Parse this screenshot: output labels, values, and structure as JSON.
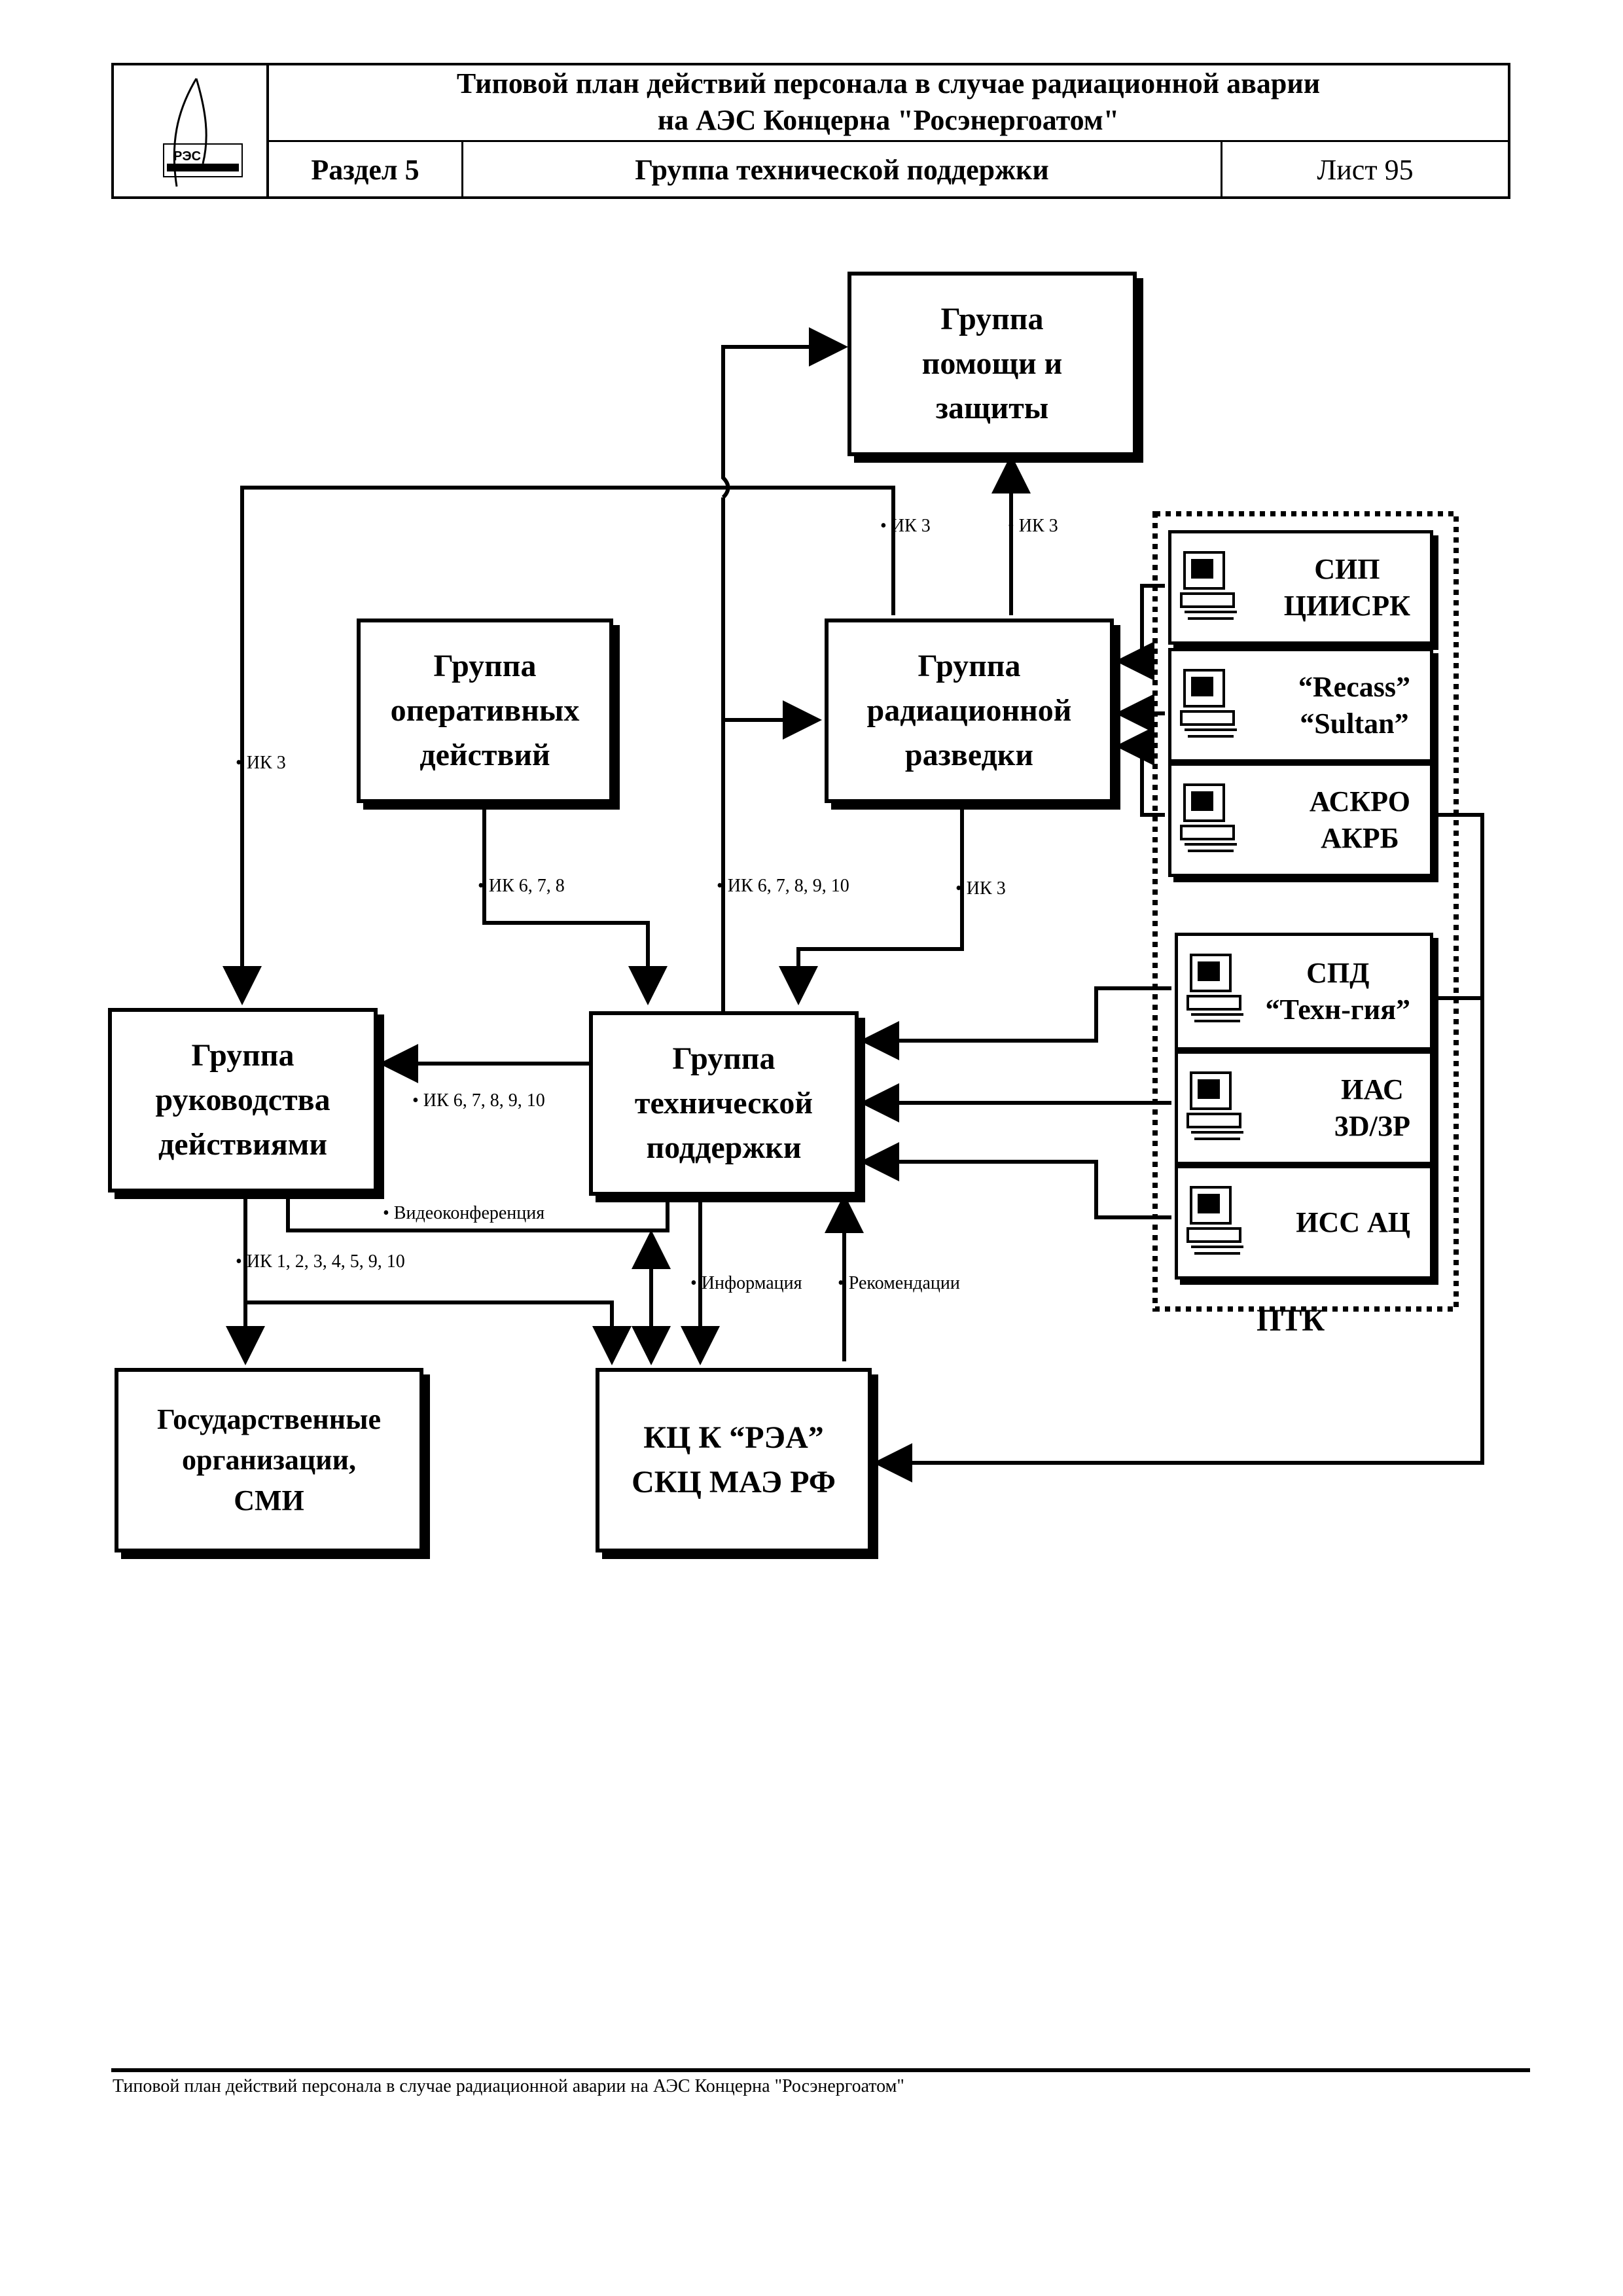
{
  "header": {
    "logo_text": "РЭС",
    "title_line1": "Типовой план действий персонала в случае радиационной аварии",
    "title_line2": "на  АЭС Концерна \"Росэнергоатом\"",
    "section": "Раздел 5",
    "section_title": "Группа технической поддержки",
    "sheet": "Лист 95"
  },
  "diagram": {
    "boxes": {
      "aid_protection": [
        "Группа",
        "помощи и",
        "защиты"
      ],
      "operative": [
        "Группа",
        "оперативных",
        "действий"
      ],
      "radiation_recon": [
        "Группа",
        "радиационной",
        "разведки"
      ],
      "management": [
        "Группа",
        "руководства",
        "действиями"
      ],
      "tech_support": [
        "Группа",
        "технической",
        "поддержки"
      ],
      "state_orgs": [
        "Государственные",
        "организации,",
        "СМИ"
      ],
      "crisis_center": [
        "КЦ К “РЭА”",
        "СКЦ МАЭ РФ"
      ]
    },
    "ptk": {
      "label": "ПТК",
      "items": [
        [
          "СИП",
          "ЦИИСРК"
        ],
        [
          "“Recass”",
          "“Sultan”"
        ],
        [
          "АСКРО",
          "АКРБ"
        ],
        [
          "СПД",
          "“Техн-гия”"
        ],
        [
          "ИАС",
          "3D/ЗР"
        ],
        [
          "ИСС АЦ"
        ]
      ]
    },
    "labels": {
      "ik3_a": "• ИК 3",
      "ik3_b": "• ИК 3",
      "ik3_left": "• ИК 3",
      "ik678": "• ИК 6, 7, 8",
      "ik678910_center": "• ИК 6, 7, 8, 9, 10",
      "ik3_recon": "• ИК 3",
      "ik678910_mgmt": "• ИК 6, 7, 8, 9, 10",
      "video": "• Видеоконференция",
      "ik_state": "• ИК 1, 2, 3, 4, 5, 9, 10",
      "info": "• Информация",
      "recommend": "• Рекомендации"
    }
  },
  "footer": {
    "text": "Типовой план действий персонала в случае радиационной аварии на  АЭС  Концерна \"Росэнергоатом\""
  }
}
